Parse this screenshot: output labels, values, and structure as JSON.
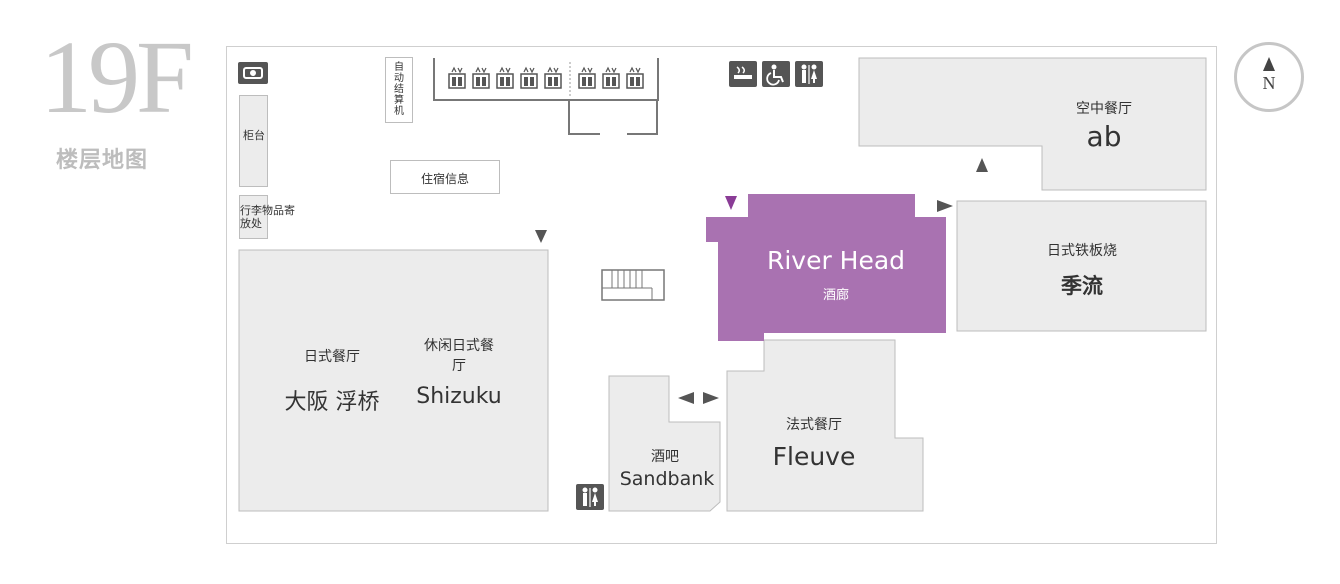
{
  "header": {
    "floor_number": "19F",
    "floor_map_label": "楼层地图"
  },
  "compass": {
    "letter": "N"
  },
  "amenities": {
    "cashier": "柜台",
    "luggage": "行李物品寄放处",
    "self_checkout": "自动结算机",
    "lodging_info": "住宿信息"
  },
  "restaurants": {
    "osaka": {
      "type": "日式餐厅",
      "name": "大阪 浮桥"
    },
    "shizuku": {
      "type": "休闲日式餐厅",
      "name": "Shizuku"
    },
    "sandbank": {
      "type": "酒吧",
      "name": "Sandbank"
    },
    "fleuve": {
      "type": "法式餐厅",
      "name": "Fleuve"
    },
    "river_head": {
      "name": "River Head",
      "type": "酒廊"
    },
    "kiryu": {
      "type": "日式铁板烧",
      "name": "季流"
    },
    "ab": {
      "type": "空中餐厅",
      "name": "ab"
    }
  },
  "icons": [
    "currency-exchange-icon",
    "elevator-icon",
    "smoking-icon",
    "wheelchair-icon",
    "restroom-icon",
    "stairs-icon",
    "entrance-arrow-icon"
  ],
  "colors": {
    "highlight": "#a972b1",
    "room_fill": "#ececec",
    "room_border": "#bdbdbd",
    "marker": "#555555",
    "highlight_marker": "#8a3c96"
  }
}
